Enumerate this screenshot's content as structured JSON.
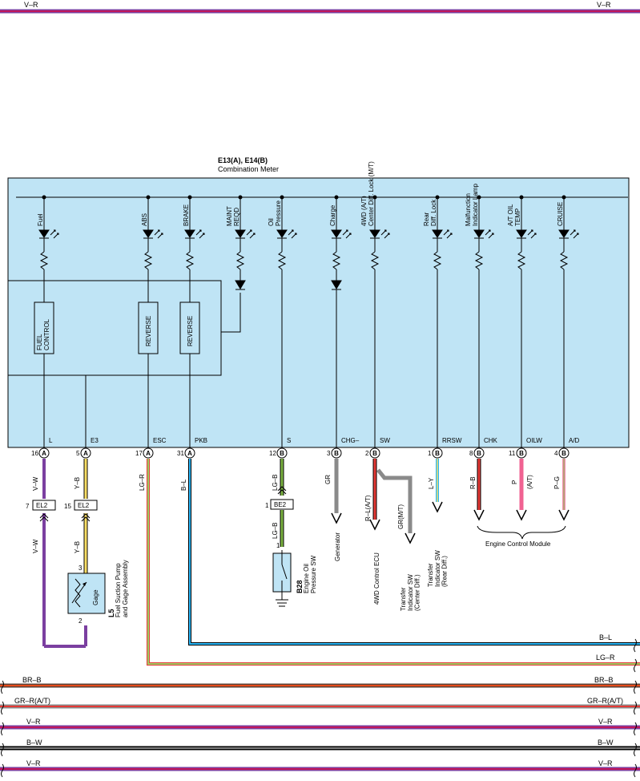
{
  "colors": {
    "panel_fill": "#bfe4f5",
    "panel_stroke": "#000000",
    "v_r": [
      "#c2185b",
      "#7b3fa0"
    ],
    "br_b": [
      "#e64a19",
      "#5d4037"
    ],
    "gr_r": [
      "#8a8a8a",
      "#e53935"
    ],
    "b_w": [
      "#000000",
      "#ffffff"
    ],
    "v_w": "#7b3fa0",
    "y_b": "#ffe066",
    "lg_r": [
      "#9ccc65",
      "#e53935"
    ],
    "b_l": [
      "#000000",
      "#29b6f6"
    ],
    "lg_b": "#7cb342",
    "gr": "#8a8a8a",
    "r_l": "#e53935",
    "l_y": "#29b6f6",
    "r_b": "#e53935",
    "p": "#f06292",
    "p_g": "#f48fb1"
  },
  "meter": {
    "title": "E13(A), E14(B)",
    "subtitle": "Combination Meter"
  },
  "indicators": [
    {
      "id": "fuel",
      "label": "Fuel"
    },
    {
      "id": "abs",
      "label": "ABS"
    },
    {
      "id": "brake",
      "label": "BRAKE"
    },
    {
      "id": "maint",
      "label": "MAINT\nREQD"
    },
    {
      "id": "oil",
      "label": "Oil\nPressure"
    },
    {
      "id": "charge",
      "label": "Charge"
    },
    {
      "id": "4wd",
      "label": "4WD (A/T)\nCenter Diff. Lock (M/T)"
    },
    {
      "id": "rear",
      "label": "Rear\nDiff. Lock"
    },
    {
      "id": "malf",
      "label": "Malfunction\nIndicator Lamp"
    },
    {
      "id": "atoil",
      "label": "A/T OIL\nTEMP"
    },
    {
      "id": "cruise",
      "label": "CRUISE"
    }
  ],
  "inner_boxes": [
    {
      "id": "fuel",
      "label": "FUEL\nCONTROL"
    },
    {
      "id": "rev1",
      "label": "REVERSE"
    },
    {
      "id": "rev2",
      "label": "REVERSE"
    }
  ],
  "terminals": [
    {
      "id": "L",
      "name": "L",
      "pin": "16",
      "conn": "A"
    },
    {
      "id": "E3",
      "name": "E3",
      "pin": "5",
      "conn": "A"
    },
    {
      "id": "ESC",
      "name": "ESC",
      "pin": "17",
      "conn": "A"
    },
    {
      "id": "PKB",
      "name": "PKB",
      "pin": "31",
      "conn": "A"
    },
    {
      "id": "S",
      "name": "S",
      "pin": "12",
      "conn": "B"
    },
    {
      "id": "CHG",
      "name": "CHG–",
      "pin": "3",
      "conn": "B"
    },
    {
      "id": "SW",
      "name": "SW",
      "pin": "2",
      "conn": "B"
    },
    {
      "id": "RRSW",
      "name": "RRSW",
      "pin": "1",
      "conn": "B"
    },
    {
      "id": "CHK",
      "name": "CHK",
      "pin": "8",
      "conn": "B"
    },
    {
      "id": "OILW",
      "name": "OILW",
      "pin": "11",
      "conn": "B"
    },
    {
      "id": "AD",
      "name": "A/D",
      "pin": "4",
      "conn": "B"
    }
  ],
  "wire_labels": {
    "vw1": "V–W",
    "yb1": "Y–B",
    "lgr": "LG–R",
    "bl": "B–L",
    "lgb1": "LG–B",
    "gr": "GR",
    "rl": "R–L(A/T)",
    "grmt": "GR(M/T)",
    "ly": "L–Y",
    "rb": "R–B",
    "p": "P",
    "pat": "(A/T)",
    "pg": "P–G",
    "vw2": "V–W",
    "yb2": "Y–B",
    "lgb2": "LG–B"
  },
  "connectors": {
    "el2a": {
      "pin": "7",
      "name": "EL2"
    },
    "el2b": {
      "pin": "15",
      "name": "EL2"
    },
    "be2": {
      "pin": "1",
      "name": "BE2"
    }
  },
  "components": {
    "gage_label": "Gage",
    "gage_pin_top": "3",
    "gage_pin_bottom": "2",
    "l5_id": "L5",
    "l5_name": "Fuel Suction Pump\nand Gage Assembly",
    "b28_pin": "1",
    "b28_id": "B28",
    "b28_name": "Engine Oil\nPressure SW"
  },
  "destinations": {
    "generator": "Generator",
    "ecu4wd": "4WD Control ECU",
    "transfer_center": "Transfer\nIndicator SW\n(Center Diff.)",
    "transfer_rear": "Transfer\nIndicator SW\n(Rear Diff.)",
    "ecm": "Engine Control Module"
  },
  "bus_labels": {
    "top_left": "V–R",
    "top_right": "V–R",
    "bl_right": "B–L",
    "lgr_right": "LG–R",
    "brb_left": "BR–B",
    "brb_right": "BR–B",
    "grr_left": "GR–R(A/T)",
    "grr_right": "GR–R(A/T)",
    "vr2_left": "V–R",
    "vr2_right": "V–R",
    "bw_left": "B–W",
    "bw_right": "B–W",
    "vr3_left": "V–R",
    "vr3_right": "V–R"
  }
}
